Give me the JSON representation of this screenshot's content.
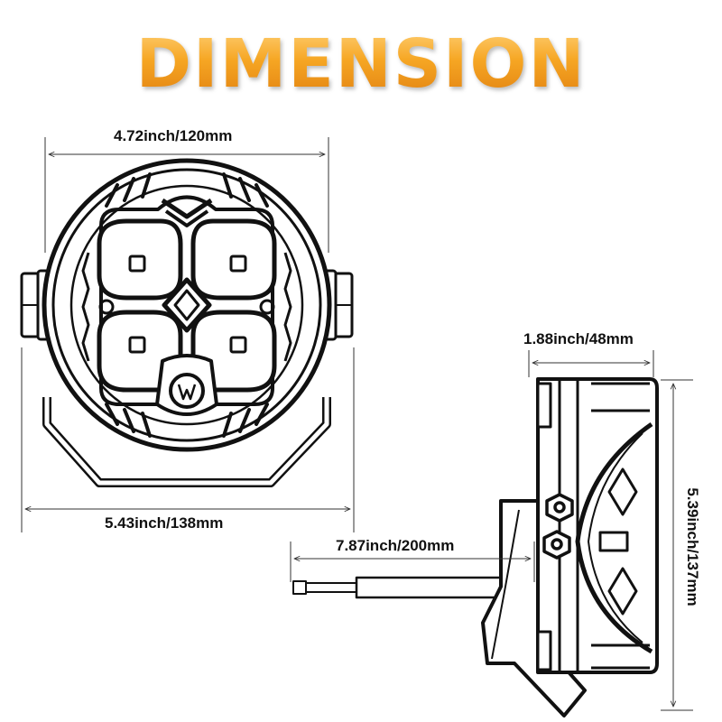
{
  "title": "DIMENSION",
  "dimensions": {
    "front_width": "4.72inch/120mm",
    "bracket_width": "5.43inch/138mm",
    "depth": "1.88inch/48mm",
    "height": "5.39inch/137mm",
    "cable_length": "7.87inch/200mm"
  },
  "colors": {
    "title_gradient_top": "#ffd27a",
    "title_gradient_bottom": "#e07f10",
    "line": "#111111"
  }
}
